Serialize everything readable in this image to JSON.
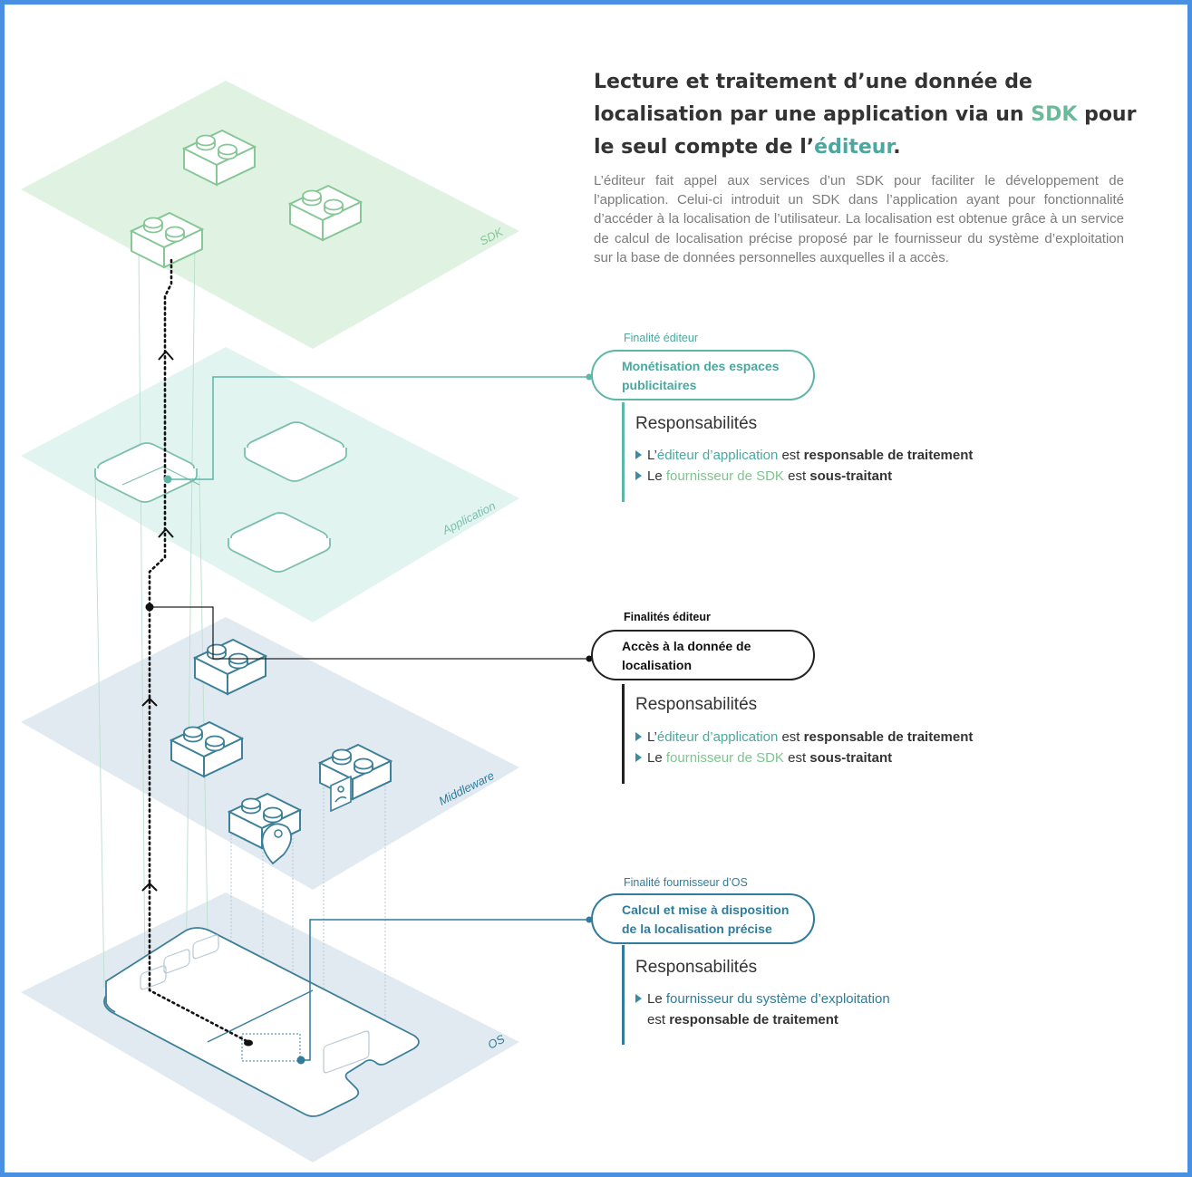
{
  "title": {
    "part1": "Lecture et traitement d’une donnée de localisation par une application via un ",
    "sdk": "SDK",
    "part2": " pour le seul compte de l’",
    "editeur": "éditeur",
    "part3": "."
  },
  "description": "L’éditeur fait appel aux services d’un SDK pour faciliter le développement de l’application. Celui-ci introduit un SDK dans l’application ayant pour fonctionnalité d’accéder à la localisation de l’utilisateur. La localisation est obtenue grâce à un service de calcul de localisation précise proposé par le fournisseur du système d’exploitation sur la base de données personnelles auxquelles il a accès.",
  "layers": {
    "sdk": "SDK",
    "application": "Application",
    "middleware": "Middleware",
    "os": "OS"
  },
  "blocks": [
    {
      "caption": "Finalité éditeur",
      "pill": "Monétisation des espaces publicitaires",
      "heading": "Responsabilités",
      "line1": {
        "a": "L’",
        "b": "éditeur d’application",
        "c": " est ",
        "d": "responsable de traitement"
      },
      "line2": {
        "a": "Le ",
        "b": "fournisseur de SDK",
        "c": " est ",
        "d": "sous-traitant"
      }
    },
    {
      "caption": "Finalités éditeur",
      "pill": "Accès à la donnée de localisation",
      "heading": "Responsabilités",
      "line1": {
        "a": "L’",
        "b": "éditeur d’application",
        "c": " est ",
        "d": "responsable de traitement"
      },
      "line2": {
        "a": "Le ",
        "b": "fournisseur de SDK",
        "c": " est ",
        "d": "sous-traitant"
      }
    },
    {
      "caption": "Finalité fournisseur d’OS",
      "pill": "Calcul et mise à disposition de la localisation précise",
      "heading": "Responsabilités",
      "line1": {
        "a": "Le ",
        "b": "fournisseur du système d’exploitation"
      },
      "line2": {
        "a": "est ",
        "b": "responsable de traitement"
      }
    }
  ],
  "colors": {
    "sdk_layer": "#d6efd9",
    "app_layer": "#dcf2ec",
    "middleware_layer": "#dde6ee",
    "os_layer": "#dde6ee",
    "teal": "#4aa8a0",
    "green": "#7ec48f",
    "os_blue": "#2f7c9c",
    "frame": "#4a90e2"
  },
  "icons": [
    "lego-brick-icon",
    "app-tile-icon",
    "location-pin-icon",
    "id-badge-icon",
    "smartphone-icon",
    "arrow-up-icon"
  ]
}
